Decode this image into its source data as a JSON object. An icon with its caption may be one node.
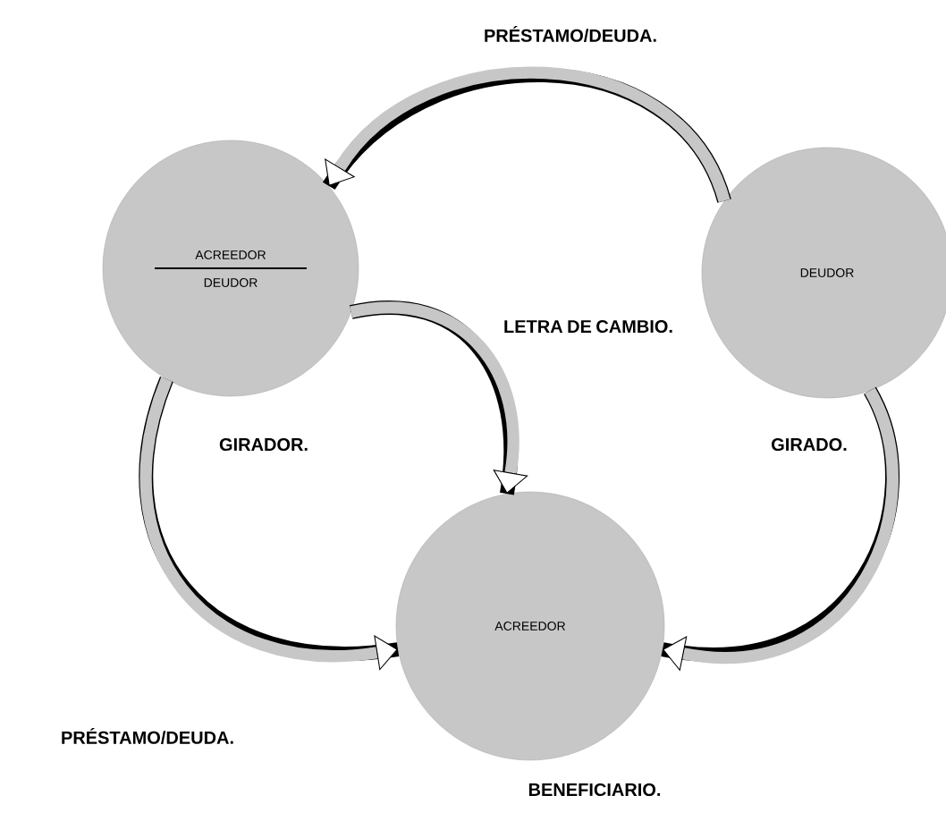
{
  "diagram": {
    "nodes": [
      {
        "text": [
          "ACREEDOR",
          "DEUDOR"
        ],
        "beside": [
          "GIRADOR."
        ]
      },
      {
        "text": [
          "DEUDOR"
        ],
        "beside": [
          "GIRADO."
        ]
      },
      {
        "text": [
          "ACREEDOR"
        ],
        "beside": [
          "BENEFICIARIO."
        ]
      }
    ],
    "edges": [
      {
        "from": 1,
        "to": 0,
        "arrow": "to",
        "label": "PRÉSTAMO/DEUDA."
      },
      {
        "from": 0,
        "to": 2,
        "arrow": "to",
        "label": "LETRA DE CAMBIO."
      },
      {
        "from": 0,
        "to": 2,
        "arrow": "to",
        "label": "PRÉSTAMO/DEUDA."
      },
      {
        "from": 1,
        "to": 2,
        "arrow": "to"
      }
    ]
  }
}
